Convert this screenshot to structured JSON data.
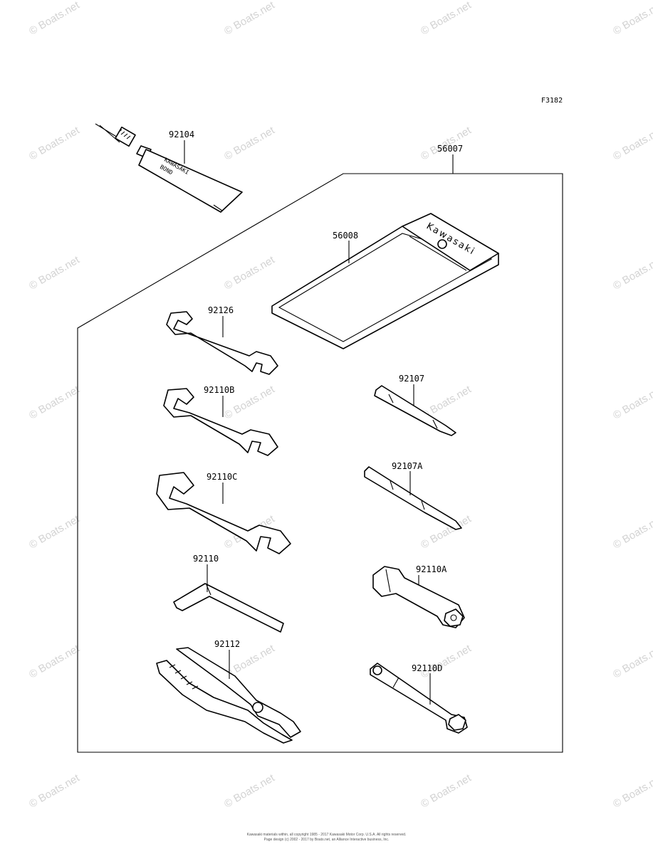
{
  "figure_code": "F3182",
  "watermark_text": "© Boats.net",
  "tube_text": [
    "KAWASAKI",
    "BOND"
  ],
  "pouch_brand": "Kawasaki",
  "parts": [
    {
      "id": "tube",
      "number": "92104"
    },
    {
      "id": "kit",
      "number": "56007"
    },
    {
      "id": "pouch",
      "number": "56008"
    },
    {
      "id": "wrench1",
      "number": "92126"
    },
    {
      "id": "wrench2",
      "number": "92110B"
    },
    {
      "id": "wrench3",
      "number": "92110C"
    },
    {
      "id": "hexkey",
      "number": "92110"
    },
    {
      "id": "pliers",
      "number": "92112"
    },
    {
      "id": "screwdriver1",
      "number": "92107"
    },
    {
      "id": "screwdriver2",
      "number": "92107A"
    },
    {
      "id": "socket1",
      "number": "92110A"
    },
    {
      "id": "socket2",
      "number": "92110D"
    }
  ],
  "footer": [
    "Kawasaki materials within, all copyright 1985 - 2017 Kawasaki Motor Corp. U.S.A. All rights reserved.",
    "Page design (c) 2002 - 2017 by Boats.net, an Alliance Interactive business, Inc."
  ]
}
